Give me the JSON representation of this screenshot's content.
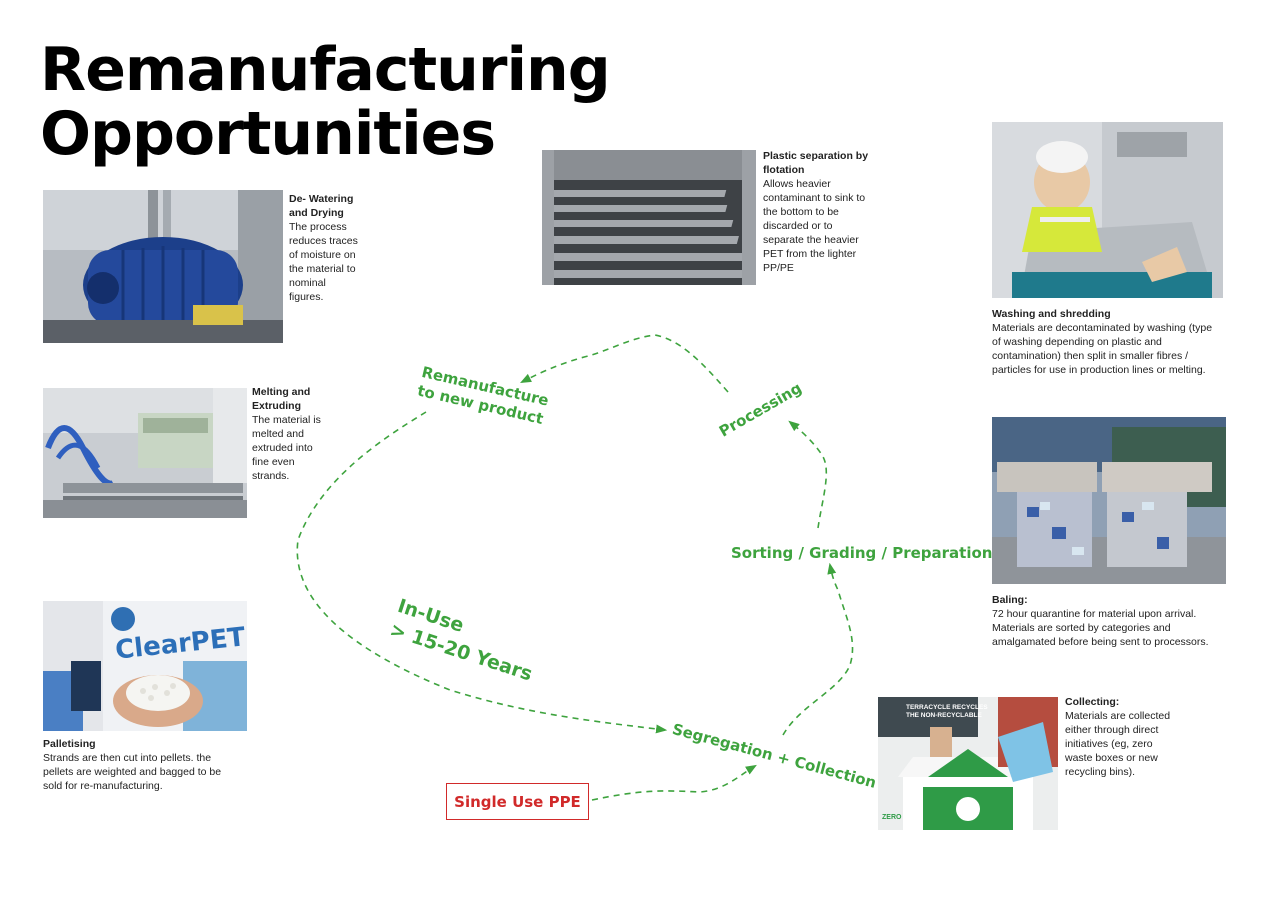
{
  "title": {
    "line1": "Remanufacturing",
    "line2": "Opportunities"
  },
  "cycle": {
    "remanufacture": {
      "line1": "Remanufacture",
      "line2": "to new product"
    },
    "processing": "Processing",
    "sorting": "Sorting / Grading / Preparation",
    "in_use": {
      "line1": "In-Use",
      "line2": "> 15-20 Years"
    },
    "segregation": "Segregation + Collection",
    "single_use": "Single Use PPE"
  },
  "steps": {
    "dewatering": {
      "heading": "De- Watering and Drying",
      "body": "The process reduces traces of moisture on the material to nominal figures."
    },
    "flotation": {
      "heading": "Plastic separation by flotation",
      "body": "Allows heavier contaminant to sink to the bottom to be discarded or to separate the heavier PET from the lighter PP/PE"
    },
    "washing": {
      "heading": "Washing and shredding",
      "body": "Materials are decontaminated by washing (type of washing depending on plastic and contamination) then split in smaller fibres / particles for use in production lines or melting."
    },
    "melting": {
      "heading": "Melting and Extruding",
      "body": "The material is melted and extruded into fine even strands."
    },
    "baling": {
      "heading": "Baling:",
      "body": "72 hour quarantine for material upon arrival. Materials are sorted by categories and amalgamated before being sent to processors."
    },
    "palletising": {
      "heading": "Palletising",
      "body": "Strands are then cut into pellets. the pellets are weighted and bagged to be sold for re-manufacturing."
    },
    "collecting": {
      "heading": "Collecting:",
      "body": "Materials are collected either through direct initiatives (eg, zero waste boxes or new recycling bins)."
    }
  },
  "photo_text": {
    "clearpet": "ClearPET",
    "terracycle_line1": "TERRACYCLE RECYCLES",
    "terracycle_line2": "THE NON-RECYCLABLE",
    "zero": "ZERO"
  },
  "colors": {
    "accent_green": "#3ea33e",
    "ppe_red": "#d12a2a"
  }
}
